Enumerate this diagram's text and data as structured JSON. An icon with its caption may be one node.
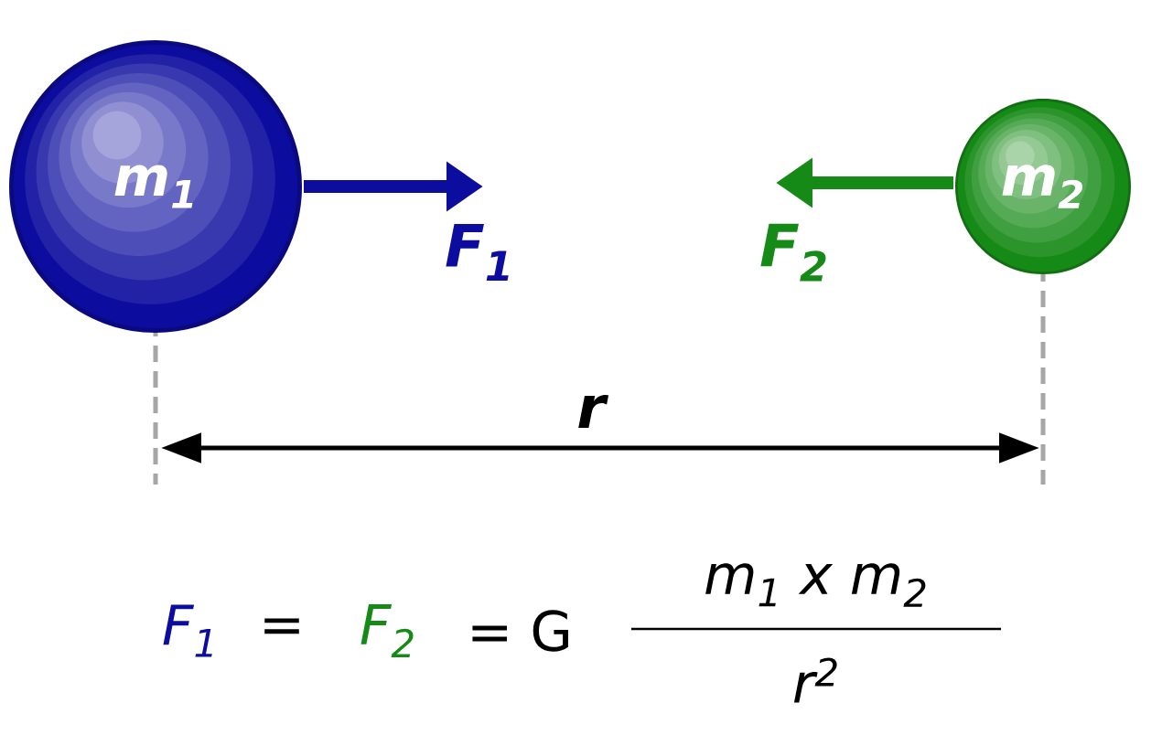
{
  "diagram": {
    "nodes": [
      {
        "text": [
          "m$_{1}$"
        ]
      },
      {
        "text": [
          "m$_{2}$"
        ]
      }
    ],
    "labels": [
      "F$_{1}$",
      "F$_{2}$",
      "r",
      "F$_{1}$",
      "=",
      "F$_{2}$",
      "= G",
      "m$_{1}$ x m$_{2}$",
      "r$^{2}$"
    ]
  }
}
